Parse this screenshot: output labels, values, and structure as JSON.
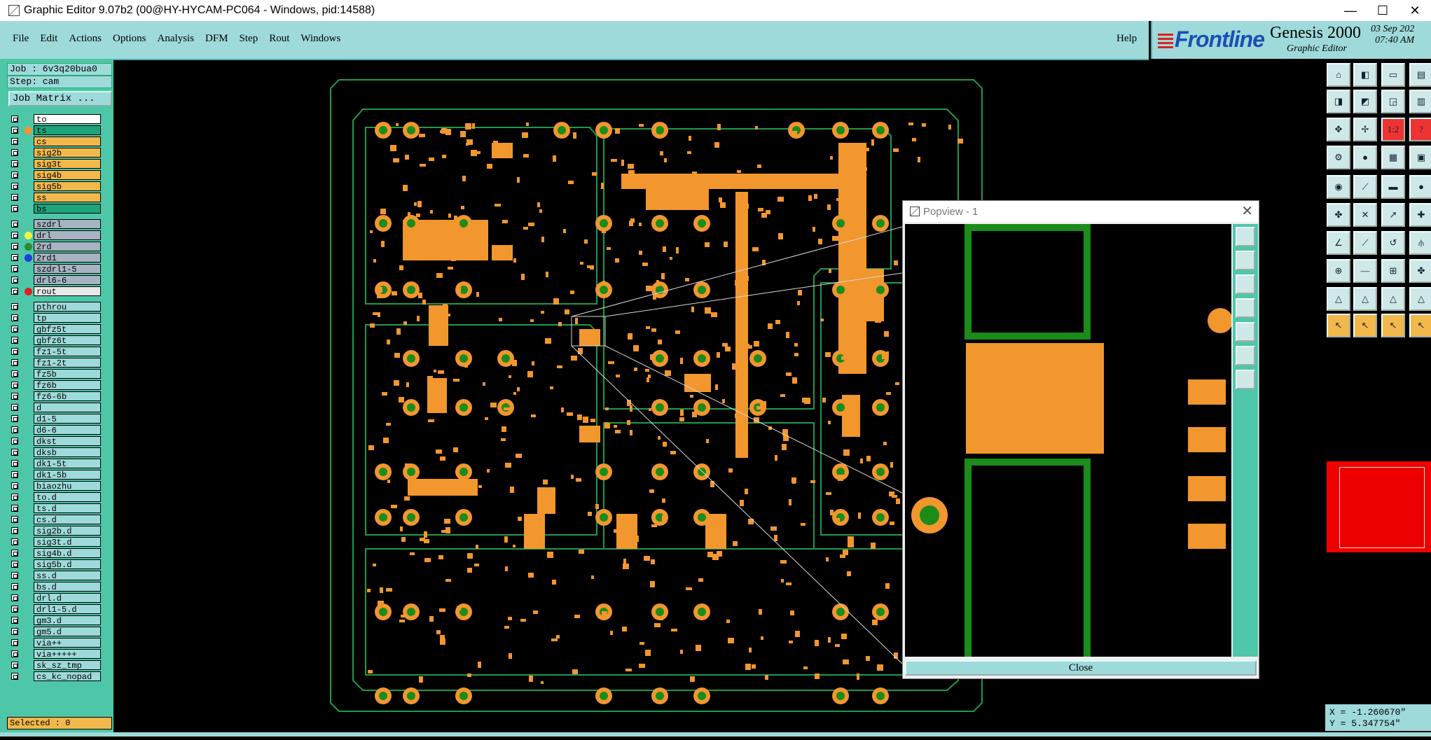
{
  "window": {
    "title": "Graphic Editor 9.07b2 (00@HY-HYCAM-PC064 - Windows, pid:14588)",
    "minimize": "—",
    "maximize": "☐",
    "close": "✕"
  },
  "menubar": {
    "items": [
      "File",
      "Edit",
      "Actions",
      "Options",
      "Analysis",
      "DFM",
      "Step",
      "Rout",
      "Windows"
    ],
    "help": "Help"
  },
  "brand": {
    "logo": "Frontline",
    "product": "Genesis 2000",
    "subtitle": "Graphic Editor",
    "date": "03 Sep 202",
    "time": "07:40 AM"
  },
  "left_panel": {
    "job": "Job : 6v3q20bua0",
    "step": "Step: cam",
    "job_matrix": "Job Matrix ...",
    "selected": "Selected : 0",
    "layers": [
      {
        "name": "to",
        "color": "#ffffff",
        "dot": ""
      },
      {
        "name": "ts",
        "color": "#1fa37a",
        "dot": "#f2962e"
      },
      {
        "name": "cs",
        "color": "#f2b84b",
        "dot": ""
      },
      {
        "name": "sig2b",
        "color": "#f2b84b",
        "dot": ""
      },
      {
        "name": "sig3t",
        "color": "#f2b84b",
        "dot": ""
      },
      {
        "name": "sig4b",
        "color": "#f2b84b",
        "dot": ""
      },
      {
        "name": "sig5b",
        "color": "#f2b84b",
        "dot": ""
      },
      {
        "name": "ss",
        "color": "#f2b84b",
        "dot": ""
      },
      {
        "name": "bs",
        "color": "#1fa37a",
        "dot": ""
      },
      {
        "sep": true
      },
      {
        "name": "szdrl",
        "color": "#a6b4c2",
        "dot": ""
      },
      {
        "name": "drl",
        "color": "#a6b4c2",
        "dot": "#f4f43a"
      },
      {
        "name": "2rd",
        "color": "#a6b4c2",
        "dot": "#2e8b2e"
      },
      {
        "name": "2rd1",
        "color": "#a6b4c2",
        "dot": "#1f3fe0"
      },
      {
        "name": "szdrl1-5",
        "color": "#a6b4c2",
        "dot": ""
      },
      {
        "name": "drl6-6",
        "color": "#a6b4c2",
        "dot": ""
      },
      {
        "name": "rout",
        "color": "#e8e8e8",
        "dot": "#e02020"
      },
      {
        "sep": true
      },
      {
        "name": "pthrou",
        "color": "#9fdada",
        "dot": ""
      },
      {
        "name": "tp",
        "color": "#9fdada",
        "dot": ""
      },
      {
        "name": "gbfz5t",
        "color": "#9fdada",
        "dot": ""
      },
      {
        "name": "gbfz6t",
        "color": "#9fdada",
        "dot": ""
      },
      {
        "name": "fz1-5t",
        "color": "#9fdada",
        "dot": ""
      },
      {
        "name": "fz1-2t",
        "color": "#9fdada",
        "dot": ""
      },
      {
        "name": "fz5b",
        "color": "#9fdada",
        "dot": ""
      },
      {
        "name": "fz6b",
        "color": "#9fdada",
        "dot": ""
      },
      {
        "name": "fz6-6b",
        "color": "#9fdada",
        "dot": ""
      },
      {
        "name": "d",
        "color": "#9fdada",
        "dot": ""
      },
      {
        "name": "d1-5",
        "color": "#9fdada",
        "dot": ""
      },
      {
        "name": "d6-6",
        "color": "#9fdada",
        "dot": ""
      },
      {
        "name": "dkst",
        "color": "#9fdada",
        "dot": ""
      },
      {
        "name": "dksb",
        "color": "#9fdada",
        "dot": ""
      },
      {
        "name": "dk1-5t",
        "color": "#9fdada",
        "dot": ""
      },
      {
        "name": "dk1-5b",
        "color": "#9fdada",
        "dot": ""
      },
      {
        "name": "biaozhu",
        "color": "#9fdada",
        "dot": ""
      },
      {
        "name": "to.d",
        "color": "#9fdada",
        "dot": ""
      },
      {
        "name": "ts.d",
        "color": "#9fdada",
        "dot": ""
      },
      {
        "name": "cs.d",
        "color": "#9fdada",
        "dot": ""
      },
      {
        "name": "sig2b.d",
        "color": "#9fdada",
        "dot": ""
      },
      {
        "name": "sig3t.d",
        "color": "#9fdada",
        "dot": ""
      },
      {
        "name": "sig4b.d",
        "color": "#9fdada",
        "dot": ""
      },
      {
        "name": "sig5b.d",
        "color": "#9fdada",
        "dot": ""
      },
      {
        "name": "ss.d",
        "color": "#9fdada",
        "dot": ""
      },
      {
        "name": "bs.d",
        "color": "#9fdada",
        "dot": ""
      },
      {
        "name": "drl.d",
        "color": "#9fdada",
        "dot": ""
      },
      {
        "name": "drl1-5.d",
        "color": "#9fdada",
        "dot": ""
      },
      {
        "name": "gm3.d",
        "color": "#9fdada",
        "dot": ""
      },
      {
        "name": "gm5.d",
        "color": "#9fdada",
        "dot": ""
      },
      {
        "name": "via++",
        "color": "#9fdada",
        "dot": ""
      },
      {
        "name": "via+++++",
        "color": "#9fdada",
        "dot": ""
      },
      {
        "name": "sk_sz_tmp",
        "color": "#9fdada",
        "dot": ""
      },
      {
        "name": "cs_kc_nopad",
        "color": "#9fdada",
        "dot": ""
      }
    ]
  },
  "popview": {
    "title": "Popview - 1",
    "close_x": "✕",
    "close_button": "Close"
  },
  "coords": {
    "x": "X = -1.260670\"",
    "y": "Y = 5.347754\""
  },
  "colors": {
    "copper": "#f2962e",
    "board_outline": "#1f9a4a",
    "pad_ring": "#1a8c1a",
    "panel": "#9fdada",
    "panel_dark": "#4ec7a8"
  }
}
